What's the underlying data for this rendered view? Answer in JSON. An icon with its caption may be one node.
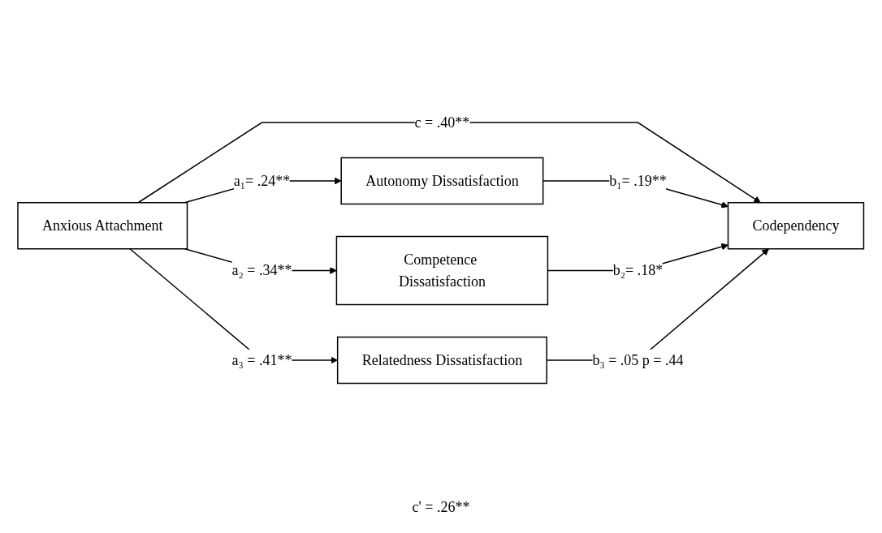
{
  "diagram": {
    "nodes": [
      {
        "text": [
          "Anxious Attachment"
        ]
      },
      {
        "text": [
          "Autonomy Dissatisfaction"
        ]
      },
      {
        "text": [
          "Competence Dissatisfaction"
        ]
      },
      {
        "text": [
          "Relatedness Dissatisfaction"
        ]
      },
      {
        "text": [
          "Codependency"
        ]
      }
    ],
    "edges": [
      {
        "from": 0,
        "to": 1,
        "arrow": "to",
        "label": "a₁= .24**"
      },
      {
        "from": 0,
        "to": 2,
        "arrow": "to",
        "label": "a₂ = .34**"
      },
      {
        "from": 0,
        "to": 4,
        "arrow": "to",
        "label": "c = .40**"
      },
      {
        "from": 0,
        "to": 3,
        "arrow": "to",
        "label": "a₃ = .41**"
      },
      {
        "from": 1,
        "to": 4,
        "arrow": "to",
        "label": "b₁= .19**"
      },
      {
        "from": 2,
        "to": 4,
        "arrow": "to",
        "label": "b₂= .18*"
      },
      {
        "from": 3,
        "to": 4,
        "arrow": "to",
        "label": "b₃ = .05 p = .44"
      }
    ],
    "labels": [
      "c' = .26**"
    ]
  }
}
